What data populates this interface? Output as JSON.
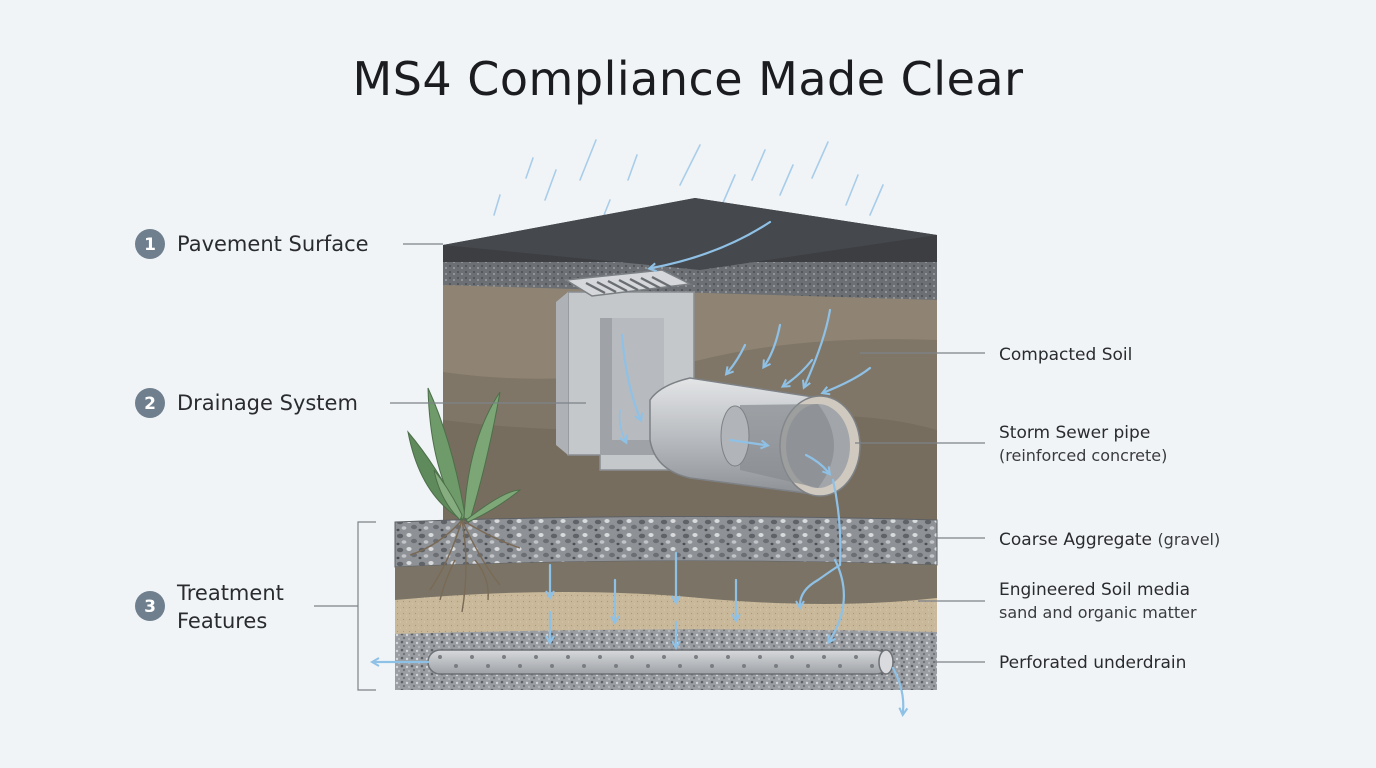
{
  "title": "MS4 Compliance Made Clear",
  "left_labels": [
    {
      "number": "1",
      "label": "Pavement Surface"
    },
    {
      "number": "2",
      "label": "Drainage System"
    },
    {
      "number": "3",
      "label_line1": "Treatment",
      "label_line2": "Features"
    }
  ],
  "right_labels": {
    "compacted_soil": "Compacted Soil",
    "pipe_line1": "Storm Sewer pipe",
    "pipe_line2": "(reinforced concrete)",
    "aggregate_main": "Coarse Aggregate",
    "aggregate_note": "(gravel)",
    "media_line1": "Engineered Soil media",
    "media_line2": "sand and organic matter",
    "underdrain": "Perforated underdrain"
  },
  "colors": {
    "asphalt": "#3b3d40",
    "soil": "#7f7566",
    "gravel": "#8c8f93",
    "sand": "#c8b99a",
    "concrete": "#c9cbce",
    "water": "#8fc1e6",
    "badge": "#6f7f8e",
    "plant": "#6f9a6a"
  }
}
